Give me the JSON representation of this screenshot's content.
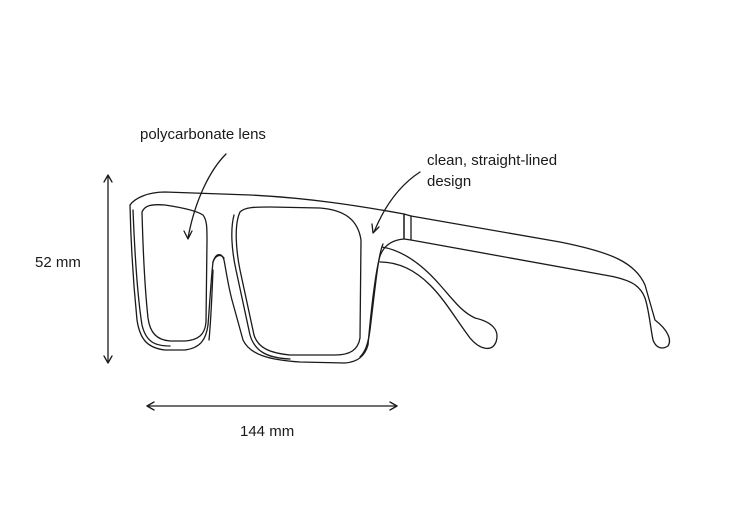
{
  "labels": {
    "lens": "polycarbonate lens",
    "design_line1": "clean, straight-lined",
    "design_line2": "design",
    "height": "52 mm",
    "width": "144 mm"
  },
  "colors": {
    "line": "#1a1a1a",
    "background": "#ffffff"
  }
}
